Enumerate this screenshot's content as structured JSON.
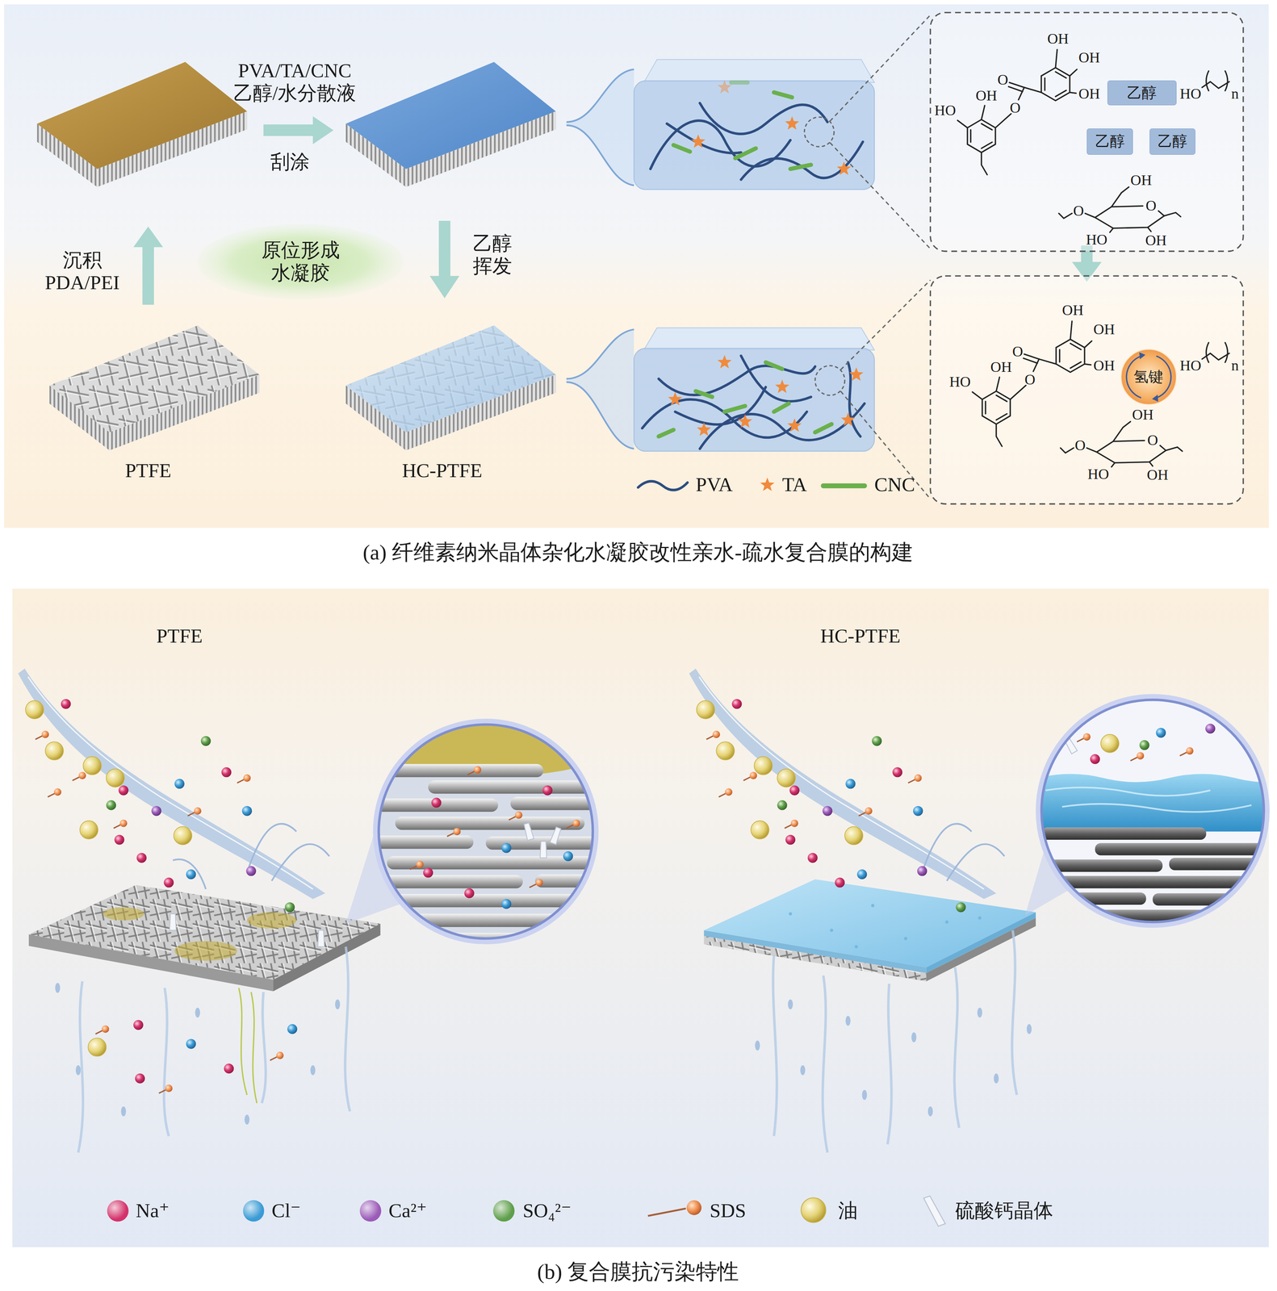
{
  "diagram": {
    "nodes": [
      {
        "text": [
          "原位形成 水凝胶"
        ]
      },
      {
        "text": [
          "乙醇"
        ]
      },
      {
        "text": [
          "乙醇"
        ]
      },
      {
        "text": [
          "乙醇"
        ]
      },
      {
        "text": [
          "氢键"
        ]
      }
    ],
    "labels": [
      "PVA/TA/CNC 乙醇/水分散液",
      "刮涂",
      "沉积 PDA/PEI",
      "乙醇 挥发",
      "PTFE",
      "HC-PTFE",
      "OH",
      "OH",
      "O",
      "OH",
      "OH",
      "HO",
      "O",
      "HO",
      "n",
      "OH",
      "O",
      "O",
      "HO",
      "OH",
      "OH",
      "OH",
      "O",
      "OH",
      "OH",
      "HO",
      "O",
      "HO",
      "n",
      "OH",
      "O",
      "O",
      "HO",
      "OH",
      "(a) 纤维素纳米晶体杂化水凝胶改性亲水-疏水复合膜的构建",
      "PTFE",
      "HC-PTFE",
      "(b) 复合膜抗污染特性"
    ],
    "legend": [
      {
        "text": "PVA"
      },
      {
        "text": "TA"
      },
      {
        "text": "CNC"
      },
      {
        "text": "Na⁺",
        "color": "#d4326a"
      },
      {
        "text": "Cl⁻",
        "color": "#3a9bd5"
      },
      {
        "text": "Ca²⁺",
        "color": "#9b5bb8"
      },
      {
        "text": "SO₄²⁻",
        "color": "#5f9f4a"
      },
      {
        "text": "SDS"
      },
      {
        "text": "油"
      },
      {
        "text": "硫酸钙晶体"
      }
    ]
  }
}
